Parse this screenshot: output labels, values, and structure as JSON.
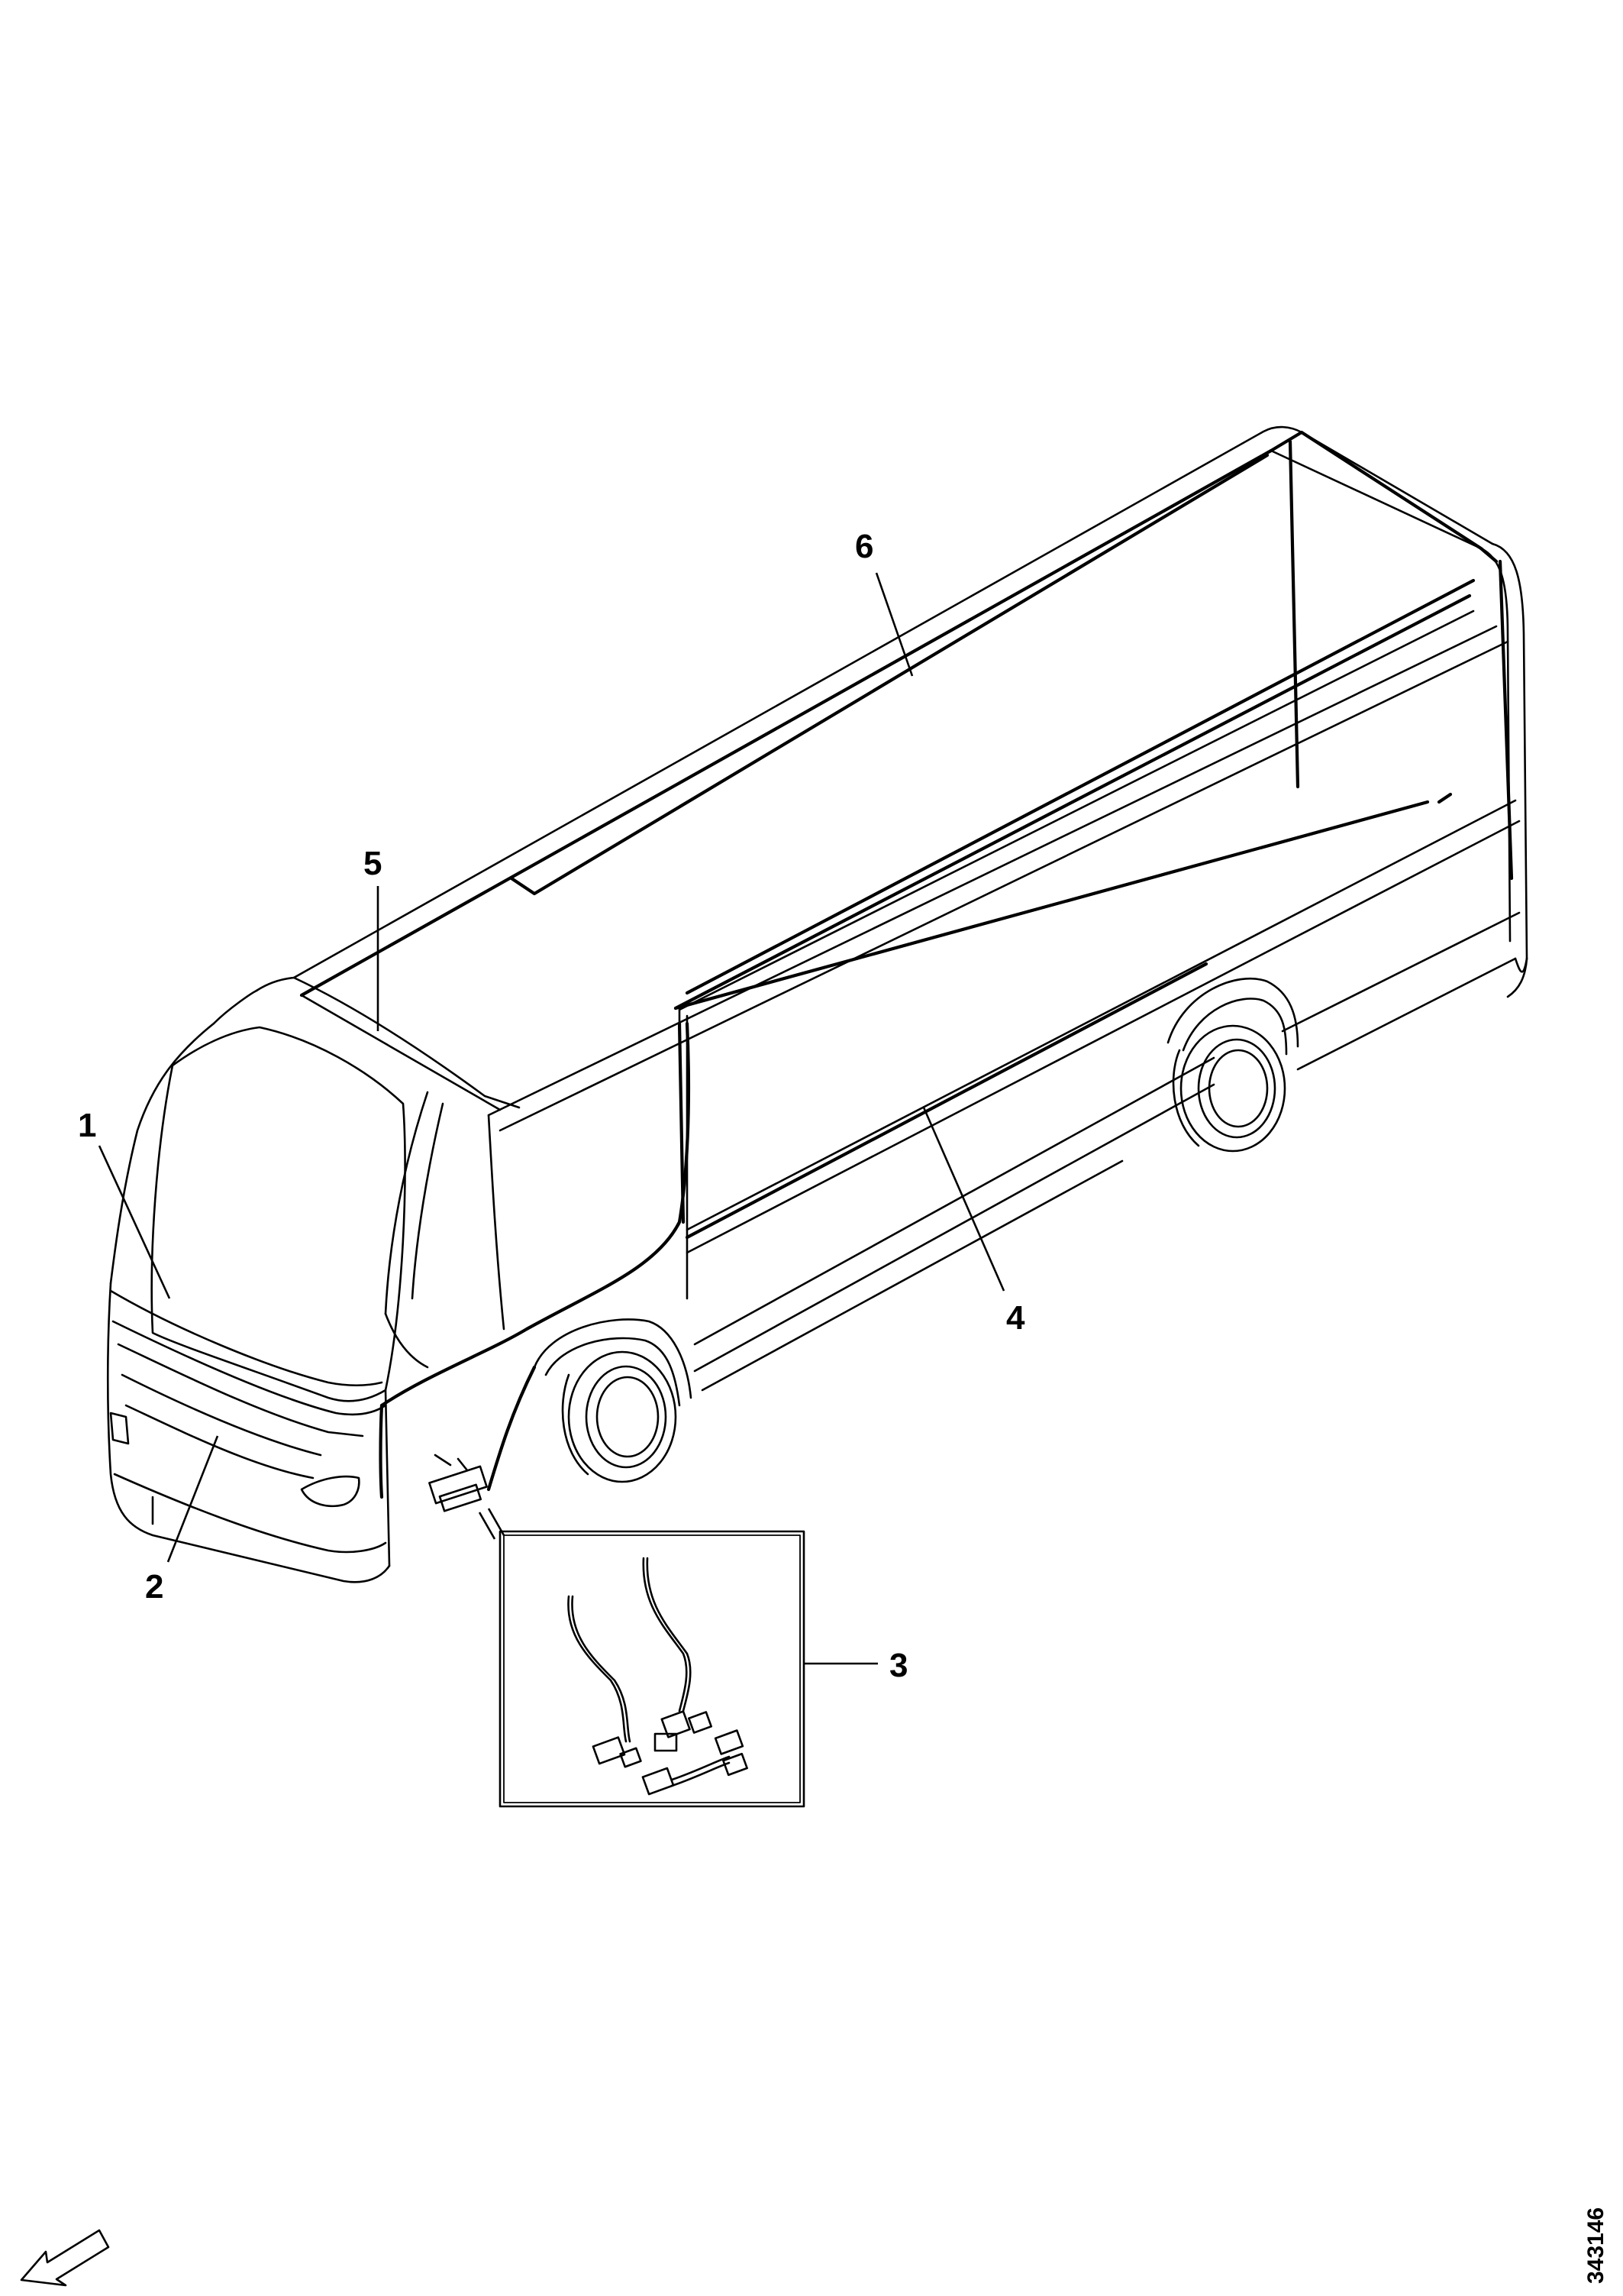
{
  "figure": {
    "figure_number": "343146",
    "orientation_icon": "front-direction-arrow-icon"
  },
  "callouts": [
    {
      "id": "callout-1",
      "label": "1"
    },
    {
      "id": "callout-2",
      "label": "2"
    },
    {
      "id": "callout-3",
      "label": "3"
    },
    {
      "id": "callout-4",
      "label": "4"
    },
    {
      "id": "callout-5",
      "label": "5"
    },
    {
      "id": "callout-6",
      "label": "6"
    }
  ]
}
